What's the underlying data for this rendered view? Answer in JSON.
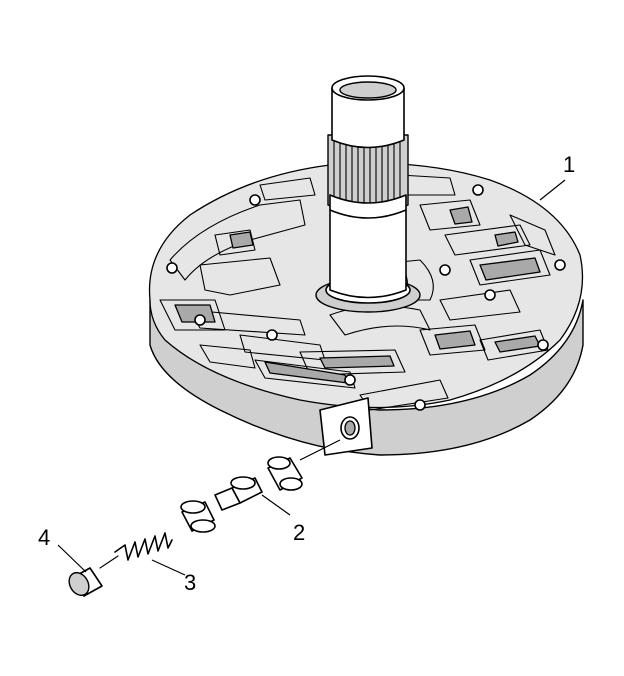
{
  "callouts": [
    {
      "id": "1",
      "label": "1",
      "part": "pump-cover"
    },
    {
      "id": "2",
      "label": "2",
      "part": "valve-and-bushing"
    },
    {
      "id": "3",
      "label": "3",
      "part": "spring"
    },
    {
      "id": "4",
      "label": "4",
      "part": "plug"
    }
  ],
  "colors": {
    "line": "#000000",
    "shade": "#cfcfcf",
    "dark_shade": "#a9a9a9",
    "background": "#ffffff"
  }
}
